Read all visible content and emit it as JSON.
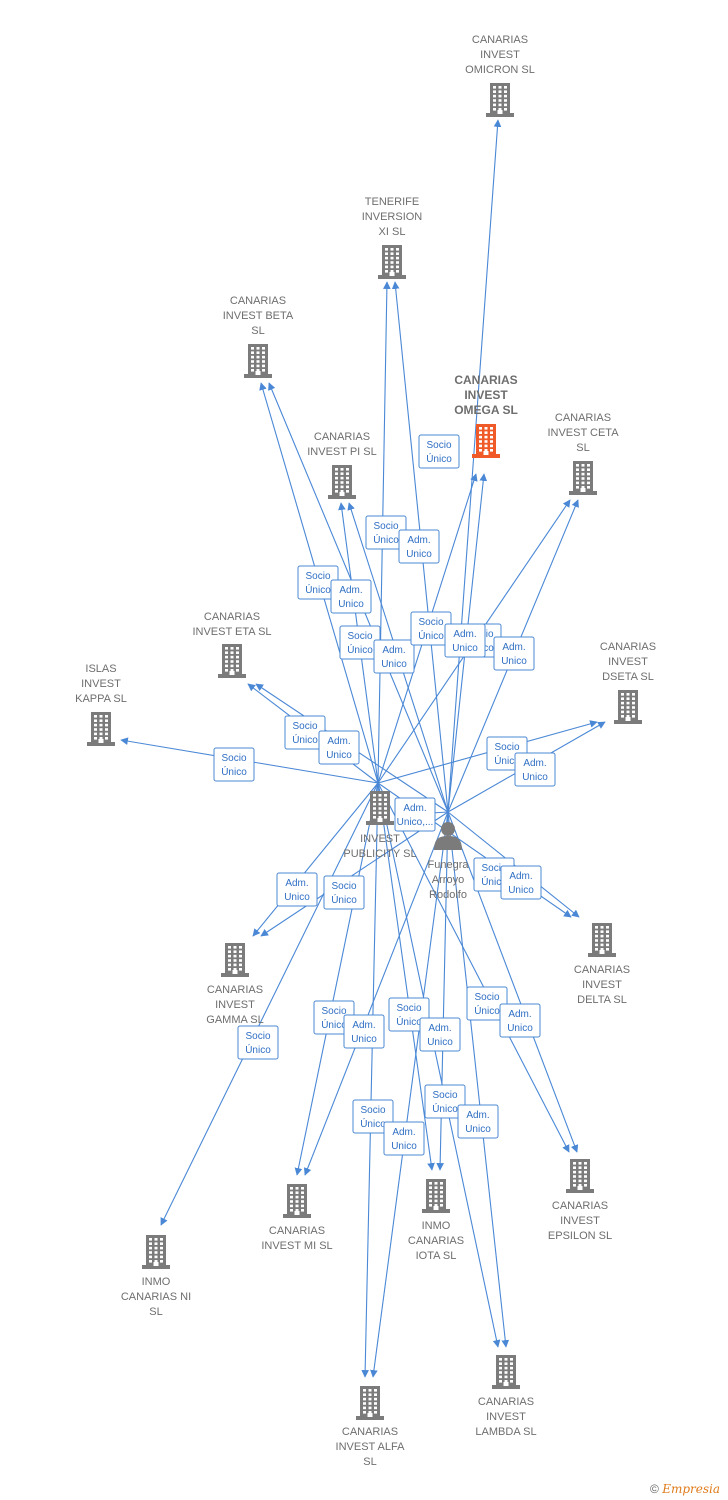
{
  "colors": {
    "edge": "#4a88d6",
    "company": "#7b7b7b",
    "focus_company": "#f05a28",
    "person": "#7b7b7b"
  },
  "nodes": [
    {
      "id": "omicron",
      "type": "company",
      "label": [
        "CANARIAS",
        "INVEST",
        "OMICRON  SL"
      ]
    },
    {
      "id": "tenerife",
      "type": "company",
      "label": [
        "TENERIFE",
        "INVERSION",
        "XI  SL"
      ]
    },
    {
      "id": "beta",
      "type": "company",
      "label": [
        "CANARIAS",
        "INVEST BETA",
        "SL"
      ]
    },
    {
      "id": "omega",
      "type": "company",
      "focus": true,
      "label": [
        "CANARIAS",
        "INVEST",
        "OMEGA  SL"
      ]
    },
    {
      "id": "ceta",
      "type": "company",
      "label": [
        "CANARIAS",
        "INVEST CETA",
        "SL"
      ]
    },
    {
      "id": "pi",
      "type": "company",
      "label": [
        "CANARIAS",
        "INVEST PI  SL"
      ]
    },
    {
      "id": "eta",
      "type": "company",
      "label": [
        "CANARIAS",
        "INVEST ETA  SL"
      ]
    },
    {
      "id": "dseta",
      "type": "company",
      "label": [
        "CANARIAS",
        "INVEST",
        "DSETA  SL"
      ]
    },
    {
      "id": "kappa",
      "type": "company",
      "label": [
        "ISLAS",
        "INVEST",
        "KAPPA  SL"
      ]
    },
    {
      "id": "publicity",
      "type": "company",
      "label": [
        "INVEST",
        "PUBLICITY  SL"
      ]
    },
    {
      "id": "person",
      "type": "person",
      "label": [
        "Funegra",
        "Arroyo",
        "Rodolfo"
      ]
    },
    {
      "id": "delta",
      "type": "company",
      "label": [
        "CANARIAS",
        "INVEST",
        "DELTA  SL"
      ]
    },
    {
      "id": "gamma",
      "type": "company",
      "label": [
        "CANARIAS",
        "INVEST",
        "GAMMA  SL"
      ]
    },
    {
      "id": "epsilon",
      "type": "company",
      "label": [
        "CANARIAS",
        "INVEST",
        "EPSILON  SL"
      ]
    },
    {
      "id": "mi",
      "type": "company",
      "label": [
        "CANARIAS",
        "INVEST MI  SL"
      ]
    },
    {
      "id": "iota",
      "type": "company",
      "label": [
        "INMO",
        "CANARIAS",
        "IOTA  SL"
      ]
    },
    {
      "id": "ni",
      "type": "company",
      "label": [
        "INMO",
        "CANARIAS NI",
        "SL"
      ]
    },
    {
      "id": "alfa",
      "type": "company",
      "label": [
        "CANARIAS",
        "INVEST ALFA",
        "SL"
      ]
    },
    {
      "id": "lambda",
      "type": "company",
      "label": [
        "CANARIAS",
        "INVEST",
        "LAMBDA  SL"
      ]
    }
  ],
  "badges": [
    {
      "lines": [
        "Socio",
        "Único"
      ]
    },
    {
      "lines": [
        "Socio",
        "Único"
      ]
    },
    {
      "lines": [
        "Adm.",
        "Unico"
      ]
    },
    {
      "lines": [
        "Socio",
        "Único"
      ]
    },
    {
      "lines": [
        "Adm.",
        "Unico"
      ]
    },
    {
      "lines": [
        "Socio",
        "Único"
      ]
    },
    {
      "lines": [
        "Adm.",
        "Unico"
      ]
    },
    {
      "lines": [
        "Socio",
        "Único"
      ]
    },
    {
      "lines": [
        "Socio",
        "Único"
      ]
    },
    {
      "lines": [
        "Adm.",
        "Unico"
      ]
    },
    {
      "lines": [
        "Adm.",
        "Unico"
      ]
    },
    {
      "lines": [
        "Socio",
        "Único"
      ]
    },
    {
      "lines": [
        "Adm.",
        "Unico"
      ]
    },
    {
      "lines": [
        "Socio",
        "Único"
      ]
    },
    {
      "lines": [
        "Socio",
        "Único"
      ]
    },
    {
      "lines": [
        "Adm.",
        "Unico"
      ]
    },
    {
      "lines": [
        "Adm.",
        "Unico,..."
      ]
    },
    {
      "lines": [
        "Adm.",
        "Unico"
      ]
    },
    {
      "lines": [
        "Socio",
        "Único"
      ]
    },
    {
      "lines": [
        "Socio",
        "Único"
      ]
    },
    {
      "lines": [
        "Adm.",
        "Unico"
      ]
    },
    {
      "lines": [
        "Socio",
        "Único"
      ]
    },
    {
      "lines": [
        "Socio",
        "Único"
      ]
    },
    {
      "lines": [
        "Adm.",
        "Unico"
      ]
    },
    {
      "lines": [
        "Socio",
        "Único"
      ]
    },
    {
      "lines": [
        "Adm.",
        "Unico"
      ]
    },
    {
      "lines": [
        "Socio",
        "Único"
      ]
    },
    {
      "lines": [
        "Adm.",
        "Unico"
      ]
    },
    {
      "lines": [
        "Socio",
        "Único"
      ]
    },
    {
      "lines": [
        "Adm.",
        "Unico"
      ]
    },
    {
      "lines": [
        "Socio",
        "Único"
      ]
    },
    {
      "lines": [
        "Adm.",
        "Unico"
      ]
    }
  ],
  "edges": [
    [
      "person",
      "omicron"
    ],
    [
      "publicity",
      "tenerife"
    ],
    [
      "person",
      "tenerife"
    ],
    [
      "publicity",
      "beta"
    ],
    [
      "person",
      "beta"
    ],
    [
      "publicity",
      "omega"
    ],
    [
      "person",
      "omega"
    ],
    [
      "publicity",
      "ceta"
    ],
    [
      "person",
      "ceta"
    ],
    [
      "publicity",
      "pi"
    ],
    [
      "person",
      "pi"
    ],
    [
      "publicity",
      "eta"
    ],
    [
      "person",
      "eta"
    ],
    [
      "publicity",
      "dseta"
    ],
    [
      "person",
      "dseta"
    ],
    [
      "publicity",
      "kappa"
    ],
    [
      "publicity",
      "delta"
    ],
    [
      "person",
      "delta"
    ],
    [
      "publicity",
      "gamma"
    ],
    [
      "person",
      "gamma"
    ],
    [
      "publicity",
      "ni"
    ],
    [
      "publicity",
      "mi"
    ],
    [
      "person",
      "mi"
    ],
    [
      "publicity",
      "iota"
    ],
    [
      "person",
      "iota"
    ],
    [
      "publicity",
      "epsilon"
    ],
    [
      "person",
      "epsilon"
    ],
    [
      "publicity",
      "alfa"
    ],
    [
      "person",
      "alfa"
    ],
    [
      "publicity",
      "lambda"
    ],
    [
      "person",
      "lambda"
    ],
    [
      "person",
      "publicity"
    ]
  ],
  "footer": {
    "copyright": "©",
    "brand": "Empresia"
  }
}
